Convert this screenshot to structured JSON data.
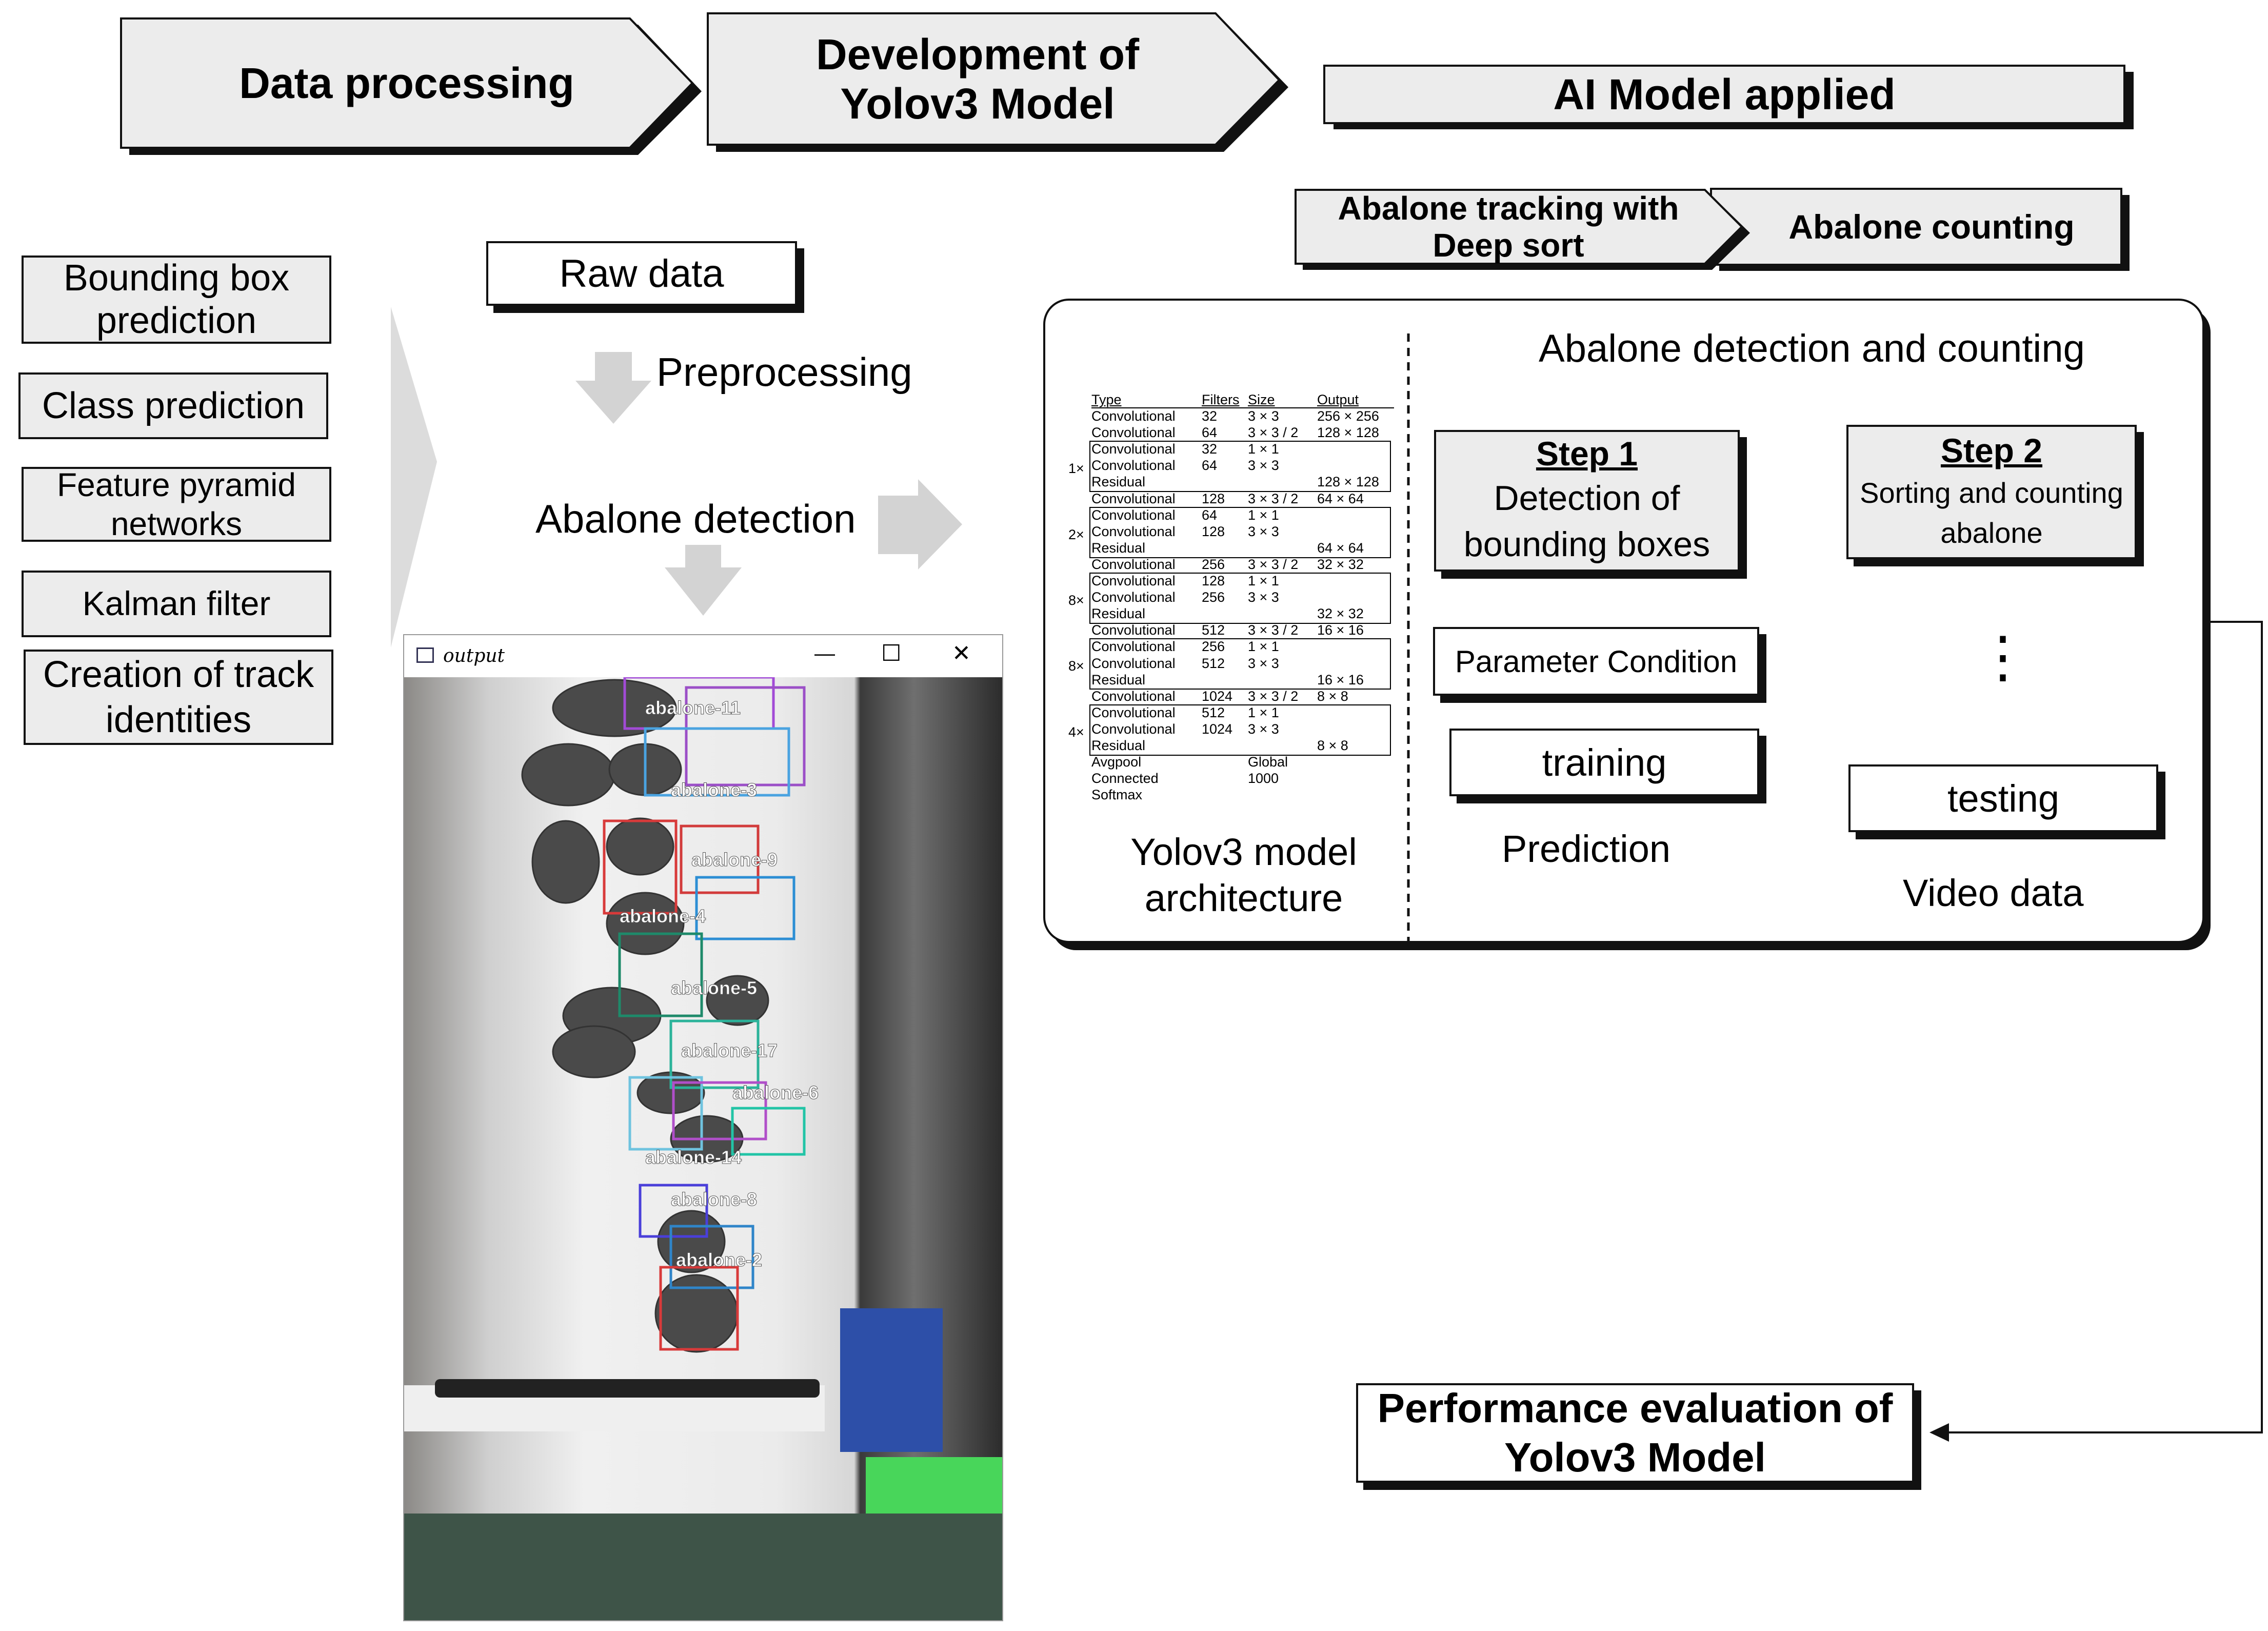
{
  "header": {
    "data_processing": "Data processing",
    "development": "Development of\nYolov3 Model",
    "ai_model_applied": "AI Model applied"
  },
  "features": [
    {
      "label": "Bounding box\nprediction"
    },
    {
      "label": "Class prediction"
    },
    {
      "label": "Feature pyramid\nnetworks"
    },
    {
      "label": "Kalman filter"
    },
    {
      "label": "Creation of track\nidentities"
    }
  ],
  "flow": {
    "raw_data": "Raw data",
    "preprocessing": "Preprocessing",
    "abalone_detection": "Abalone detection"
  },
  "output_window": {
    "title": "output",
    "minimize": "—",
    "maximize": "☐",
    "close": "✕",
    "detections": [
      "abalone-11",
      "abalone-3",
      "abalone-9",
      "abalone-4",
      "abalone-5",
      "abalone-17",
      "abalone-6",
      "abalone-14",
      "abalone-8",
      "abalone-2"
    ]
  },
  "tracking": {
    "deep_sort": "Abalone tracking with\nDeep sort",
    "counting": "Abalone counting"
  },
  "panel": {
    "title": "Abalone detection and counting",
    "architecture_caption": "Yolov3 model\narchitecture",
    "step1_heading": "Step 1",
    "step1_text": "Detection of\nbounding boxes",
    "step2_heading": "Step 2",
    "step2_text": "Sorting and counting\nabalone",
    "parameter_condition": "Parameter Condition",
    "training": "training",
    "testing": "testing",
    "prediction": "Prediction",
    "video_data": "Video data",
    "ellipsis": "⋮"
  },
  "architecture_table": {
    "headers": [
      "Type",
      "Filters",
      "Size",
      "Output"
    ],
    "rows": [
      {
        "type": "Convolutional",
        "filters": "32",
        "size": "3 × 3",
        "output": "256 × 256"
      },
      {
        "type": "Convolutional",
        "filters": "64",
        "size": "3 × 3 / 2",
        "output": "128 × 128"
      },
      {
        "type": "Convolutional",
        "filters": "32",
        "size": "1 × 1",
        "output": ""
      },
      {
        "type": "Convolutional",
        "filters": "64",
        "size": "3 × 3",
        "output": ""
      },
      {
        "type": "Residual",
        "filters": "",
        "size": "",
        "output": "128 × 128"
      },
      {
        "type": "Convolutional",
        "filters": "128",
        "size": "3 × 3 / 2",
        "output": "64 × 64"
      },
      {
        "type": "Convolutional",
        "filters": "64",
        "size": "1 × 1",
        "output": ""
      },
      {
        "type": "Convolutional",
        "filters": "128",
        "size": "3 × 3",
        "output": ""
      },
      {
        "type": "Residual",
        "filters": "",
        "size": "",
        "output": "64 × 64"
      },
      {
        "type": "Convolutional",
        "filters": "256",
        "size": "3 × 3 / 2",
        "output": "32 × 32"
      },
      {
        "type": "Convolutional",
        "filters": "128",
        "size": "1 × 1",
        "output": ""
      },
      {
        "type": "Convolutional",
        "filters": "256",
        "size": "3 × 3",
        "output": ""
      },
      {
        "type": "Residual",
        "filters": "",
        "size": "",
        "output": "32 × 32"
      },
      {
        "type": "Convolutional",
        "filters": "512",
        "size": "3 × 3 / 2",
        "output": "16 × 16"
      },
      {
        "type": "Convolutional",
        "filters": "256",
        "size": "1 × 1",
        "output": ""
      },
      {
        "type": "Convolutional",
        "filters": "512",
        "size": "3 × 3",
        "output": ""
      },
      {
        "type": "Residual",
        "filters": "",
        "size": "",
        "output": "16 × 16"
      },
      {
        "type": "Convolutional",
        "filters": "1024",
        "size": "3 × 3 / 2",
        "output": "8 × 8"
      },
      {
        "type": "Convolutional",
        "filters": "512",
        "size": "1 × 1",
        "output": ""
      },
      {
        "type": "Convolutional",
        "filters": "1024",
        "size": "3 × 3",
        "output": ""
      },
      {
        "type": "Residual",
        "filters": "",
        "size": "",
        "output": "8 × 8"
      },
      {
        "type": "Avgpool",
        "filters": "",
        "size": "Global",
        "output": ""
      },
      {
        "type": "Connected",
        "filters": "",
        "size": "1000",
        "output": ""
      },
      {
        "type": "Softmax",
        "filters": "",
        "size": "",
        "output": ""
      }
    ],
    "multipliers": [
      "1×",
      "2×",
      "8×",
      "8×",
      "4×"
    ]
  },
  "evaluation": "Performance evaluation of\nYolov3 Model"
}
